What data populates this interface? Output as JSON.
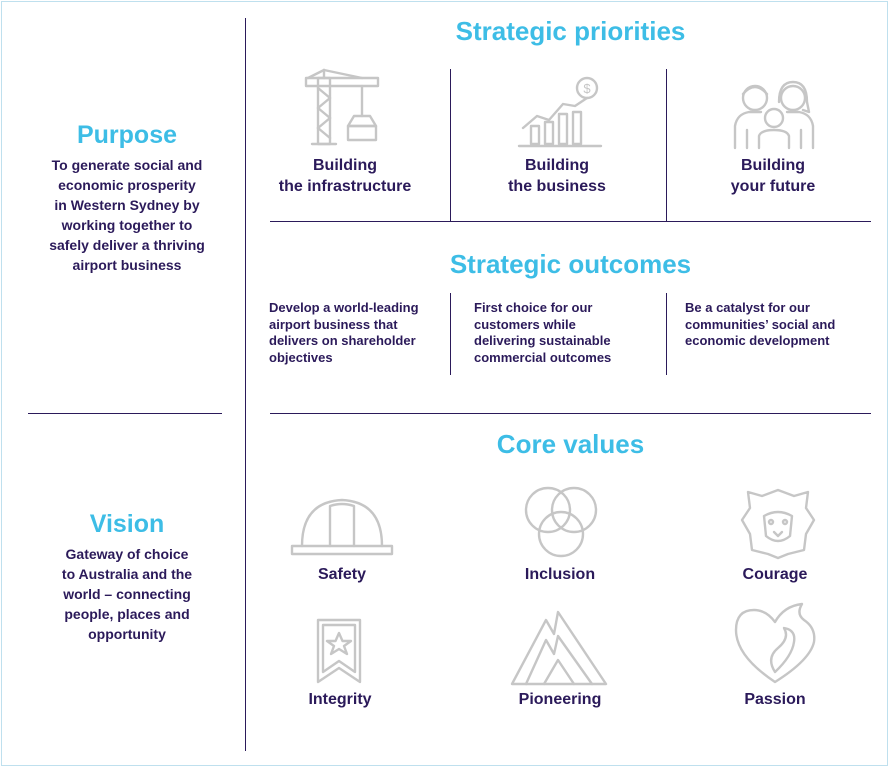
{
  "purpose": {
    "title": "Purpose",
    "lines": [
      "To generate social and",
      "economic prosperity",
      "in Western Sydney by",
      "working together to",
      "safely deliver a thriving",
      "airport business"
    ]
  },
  "vision": {
    "title": "Vision",
    "lines": [
      "Gateway of choice",
      "to Australia and the",
      "world – connecting",
      "people, places and",
      "opportunity"
    ]
  },
  "strategic_priorities": {
    "title": "Strategic priorities",
    "items": [
      {
        "icon": "crane-icon",
        "line1": "Building",
        "line2": "the infrastructure"
      },
      {
        "icon": "growth-chart-icon",
        "line1": "Building",
        "line2": "the business"
      },
      {
        "icon": "family-icon",
        "line1": "Building",
        "line2": "your future"
      }
    ]
  },
  "strategic_outcomes": {
    "title": "Strategic outcomes",
    "items": [
      {
        "lines": [
          "Develop a world-leading",
          "airport business that",
          "delivers on shareholder",
          "objectives"
        ]
      },
      {
        "lines": [
          "First choice for our",
          "customers while",
          "delivering sustainable",
          "commercial outcomes"
        ]
      },
      {
        "lines": [
          "Be a catalyst for our",
          "communities’ social and",
          "economic development"
        ]
      }
    ]
  },
  "core_values": {
    "title": "Core values",
    "items": [
      {
        "icon": "hard-hat-icon",
        "label": "Safety"
      },
      {
        "icon": "interlocking-circles-icon",
        "label": "Inclusion"
      },
      {
        "icon": "lion-icon",
        "label": "Courage"
      },
      {
        "icon": "star-banner-icon",
        "label": "Integrity"
      },
      {
        "icon": "mountain-icon",
        "label": "Pioneering"
      },
      {
        "icon": "heart-flame-icon",
        "label": "Passion"
      }
    ]
  },
  "colors": {
    "heading": "#3dbde6",
    "text": "#2b1a5a",
    "icon": "#c6c6c6",
    "border": "#bfe0ee"
  }
}
